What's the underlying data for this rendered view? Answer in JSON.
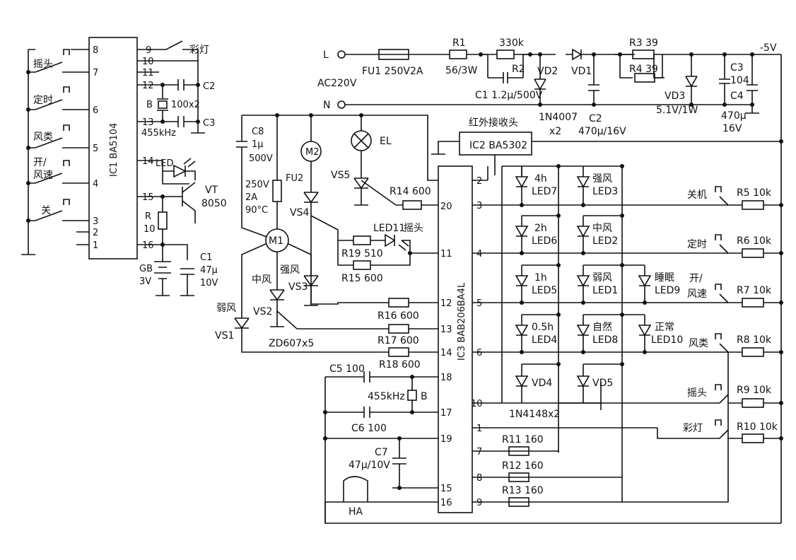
{
  "ic1": {
    "name": "IC1  BA5104",
    "pins": [
      "8",
      "7",
      "6",
      "5",
      "4",
      "3",
      "2",
      "1",
      "9",
      "10",
      "11",
      "12",
      "13",
      "14",
      "15",
      "16"
    ]
  },
  "ic1_keys": [
    "摇头",
    "定时",
    "风类",
    "开/",
    "风速",
    "关"
  ],
  "ic1_parts": [
    "彩灯",
    "C2",
    "B",
    "100x2",
    "455kHz",
    "C3",
    "LED",
    "VT",
    "8050",
    "R",
    "10",
    "GB",
    "3V",
    "C1",
    "47μ",
    "10V"
  ],
  "ac": [
    "L",
    "N",
    "AC220V"
  ],
  "supply": [
    "FU1  250V2A",
    "R1",
    "56/3W",
    "330k",
    "R2",
    "C1  1.2μ/500V",
    "VD2",
    "VD1",
    "1N4007",
    "x2",
    "C2",
    "470μ/16V",
    "R3  39",
    "R4  39",
    "VD3",
    "5.1V/1W",
    "C3",
    "104",
    "C4",
    "470μ",
    "16V",
    "-5V"
  ],
  "receiver": [
    "红外接收头",
    "IC2  BA5302"
  ],
  "motor": [
    "C8",
    "1μ",
    "500V",
    "M2",
    "EL",
    "250V",
    "2A",
    "90°C",
    "FU2",
    "VS4",
    "VS5",
    "M1",
    "强风",
    "中风",
    "弱风",
    "VS3",
    "VS2",
    "VS1",
    "ZD607x5"
  ],
  "resistors": [
    "R14  600",
    "LED11",
    "摇头",
    "R19  510",
    "R15  600",
    "R16  600",
    "R17  600",
    "C5  100",
    "R18  600",
    "455kHz",
    "B",
    "C6  100",
    "C7",
    "47μ/10V",
    "HA"
  ],
  "ic3": {
    "name": "IC3  BAB206BA4L",
    "left_pins": [
      "20",
      "11",
      "12",
      "13",
      "14",
      "18",
      "17",
      "19",
      "15",
      "16"
    ],
    "right_pins": [
      "2",
      "3",
      "4",
      "5",
      "6",
      "10",
      "1",
      "7",
      "8",
      "9"
    ]
  },
  "leds": [
    "4h",
    "LED7",
    "强风",
    "LED3",
    "2h",
    "LED6",
    "中风",
    "LED2",
    "1h",
    "LED5",
    "弱风",
    "LED1",
    "睡眠",
    "LED9",
    "0.5h",
    "LED4",
    "自然",
    "LED8",
    "正常",
    "LED10",
    "VD4",
    "VD5",
    "1N4148x2"
  ],
  "keys": [
    "关机",
    "定时",
    "开/",
    "风速",
    "风类",
    "摇头",
    "彩灯"
  ],
  "key_resistors": [
    "R5  10k",
    "R6  10k",
    "R7  10k",
    "R8  10k",
    "R9  10k",
    "R10  10k"
  ],
  "bottom_resistors": [
    "R11  160",
    "R12  160",
    "R13  160"
  ]
}
